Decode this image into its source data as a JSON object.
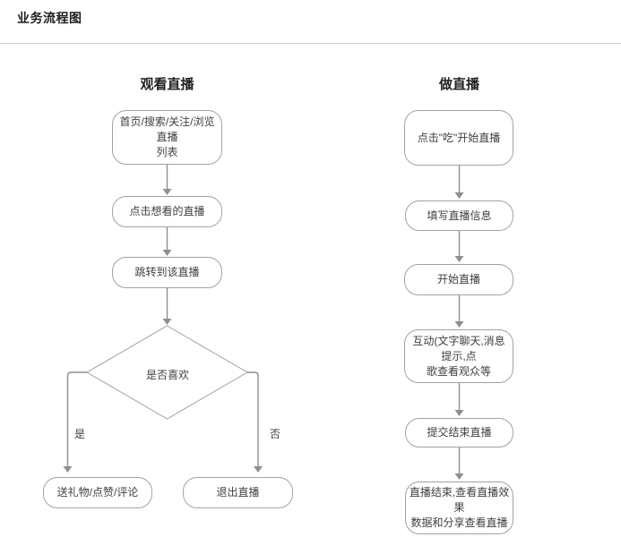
{
  "page": {
    "title": "业务流程图"
  },
  "watch_flow": {
    "header": "观看直播",
    "nodes": {
      "browse": "首页/搜索/关注/浏览直播\n列表",
      "click": "点击想看的直播",
      "jump": "跳转到该直播",
      "decision": "是否喜欢",
      "gift": "送礼物/点赞/评论",
      "exit": "退出直播"
    },
    "branch_yes": "是",
    "branch_no": "否"
  },
  "host_flow": {
    "header": "做直播",
    "nodes": {
      "tap_start": "点击\"吃\"开始直播",
      "fill_info": "填写直播信息",
      "go_live": "开始直播",
      "interact": "互动(文字聊天,消息提示,点\n歌查看观众等",
      "submit_end": "提交结束直播",
      "review": "直播结束,查看直播效果\n数据和分享查看直播"
    }
  },
  "colors": {
    "border": "#a2a2a2",
    "arrow": "#8f8f8f",
    "text": "#3f3f3f",
    "title": "#1f1f1f",
    "divider": "#c9c9c9"
  }
}
